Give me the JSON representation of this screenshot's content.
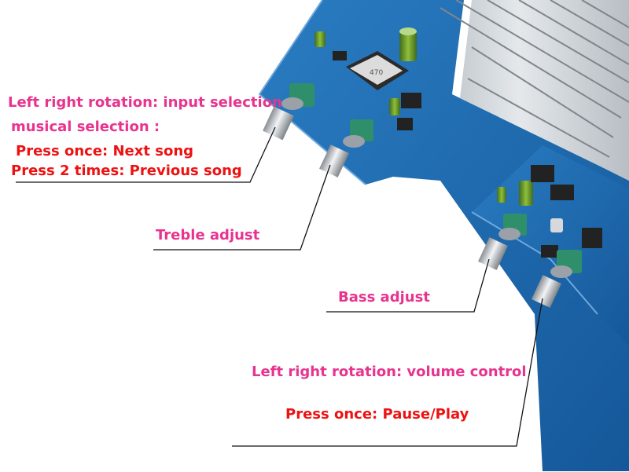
{
  "colors": {
    "pink": "#e8338f",
    "red": "#ee1111",
    "black": "#111111",
    "pcb_blue": "#1f6fb5",
    "heatsink": "#c9ced3"
  },
  "annotations": {
    "input_rotation": "Left right rotation: input selection",
    "musical_selection": "musical selection :",
    "next_song": "Press once: Next song",
    "previous_song": "Press 2 times: Previous song",
    "treble": "Treble adjust",
    "bass": "Bass adjust",
    "volume_rotation": "Left right rotation: volume control",
    "pause_play": "Press once: Pause/Play"
  },
  "components": {
    "inductor_marking": "470"
  },
  "icons": [
    "potentiometer-knob-icon",
    "capacitor-icon",
    "inductor-icon",
    "chip-icon",
    "heatsink-icon"
  ]
}
